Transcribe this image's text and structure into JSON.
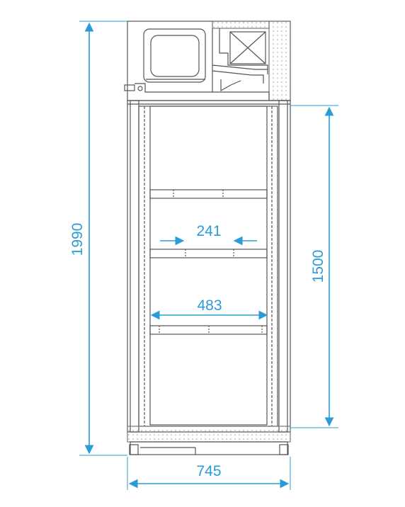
{
  "diagram": {
    "colors": {
      "dimension": "#2b9bd6",
      "outline": "#555555",
      "detail": "#8a8a8a",
      "background": "#ffffff"
    },
    "dimensions": {
      "total_height": "1990",
      "interior_height": "1500",
      "shelf_half_width": "241",
      "shelf_full_width": "483",
      "total_width": "745"
    }
  }
}
